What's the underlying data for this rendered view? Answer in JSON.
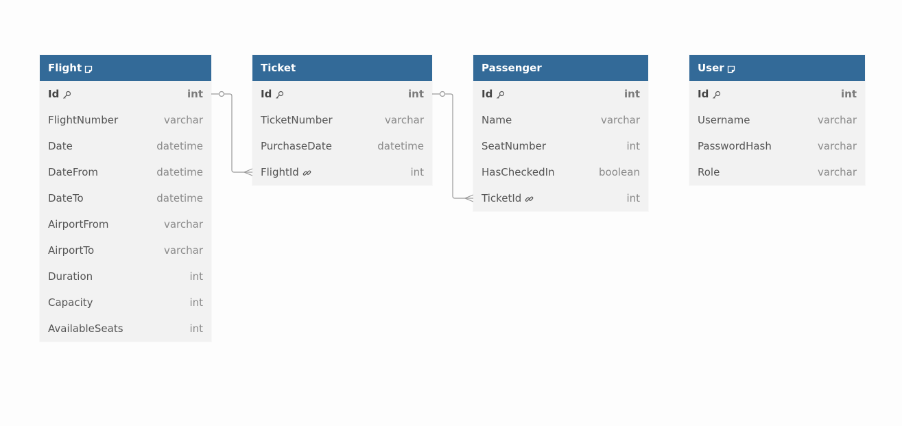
{
  "colors": {
    "header": "#336a98",
    "body": "#f2f2f2",
    "line": "#9a9a9a"
  },
  "tables": [
    {
      "name": "Flight",
      "has_note": true,
      "columns": [
        {
          "name": "Id",
          "type": "int",
          "pk": true
        },
        {
          "name": "FlightNumber",
          "type": "varchar"
        },
        {
          "name": "Date",
          "type": "datetime"
        },
        {
          "name": "DateFrom",
          "type": "datetime"
        },
        {
          "name": "DateTo",
          "type": "datetime"
        },
        {
          "name": "AirportFrom",
          "type": "varchar"
        },
        {
          "name": "AirportTo",
          "type": "varchar"
        },
        {
          "name": "Duration",
          "type": "int"
        },
        {
          "name": "Capacity",
          "type": "int"
        },
        {
          "name": "AvailableSeats",
          "type": "int"
        }
      ]
    },
    {
      "name": "Ticket",
      "has_note": false,
      "columns": [
        {
          "name": "Id",
          "type": "int",
          "pk": true
        },
        {
          "name": "TicketNumber",
          "type": "varchar"
        },
        {
          "name": "PurchaseDate",
          "type": "datetime"
        },
        {
          "name": "FlightId",
          "type": "int",
          "fk": true
        }
      ]
    },
    {
      "name": "Passenger",
      "has_note": false,
      "columns": [
        {
          "name": "Id",
          "type": "int",
          "pk": true
        },
        {
          "name": "Name",
          "type": "varchar"
        },
        {
          "name": "SeatNumber",
          "type": "int"
        },
        {
          "name": "HasCheckedIn",
          "type": "boolean"
        },
        {
          "name": "TicketId",
          "type": "int",
          "fk": true
        }
      ]
    },
    {
      "name": "User",
      "has_note": true,
      "columns": [
        {
          "name": "Id",
          "type": "int",
          "pk": true
        },
        {
          "name": "Username",
          "type": "varchar"
        },
        {
          "name": "PasswordHash",
          "type": "varchar"
        },
        {
          "name": "Role",
          "type": "varchar"
        }
      ]
    }
  ],
  "relationships": [
    {
      "from_table": "Flight",
      "from_column": "Id",
      "to_table": "Ticket",
      "to_column": "FlightId",
      "cardinality": "one-to-many"
    },
    {
      "from_table": "Ticket",
      "from_column": "Id",
      "to_table": "Passenger",
      "to_column": "TicketId",
      "cardinality": "one-to-many"
    }
  ]
}
